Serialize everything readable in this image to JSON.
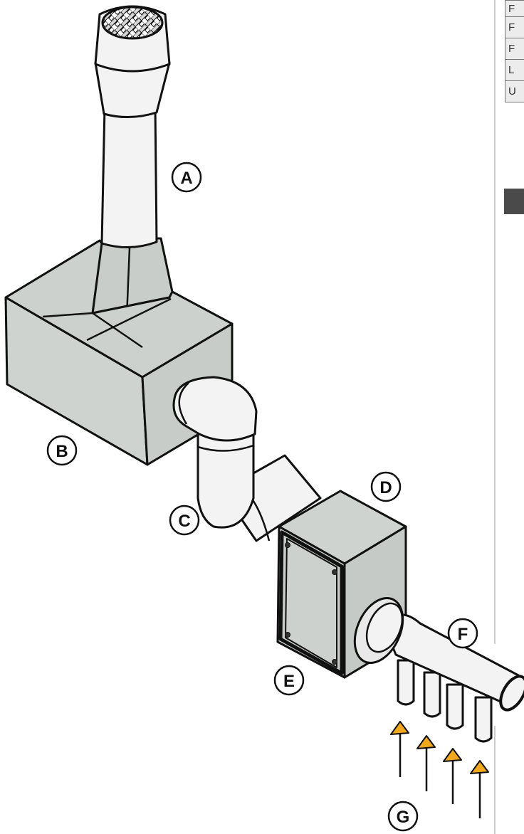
{
  "labels": {
    "A": "A",
    "B": "B",
    "C": "C",
    "D": "D",
    "E": "E",
    "F": "F",
    "G": "G"
  },
  "side_table": {
    "rows": [
      "F",
      "F",
      "F",
      "L",
      "U"
    ]
  },
  "colors": {
    "duct_fill": "#f2f3f2",
    "box_fill": "#cfd3cf",
    "outline": "#111111",
    "arrow_fill": "#f2a81d"
  }
}
